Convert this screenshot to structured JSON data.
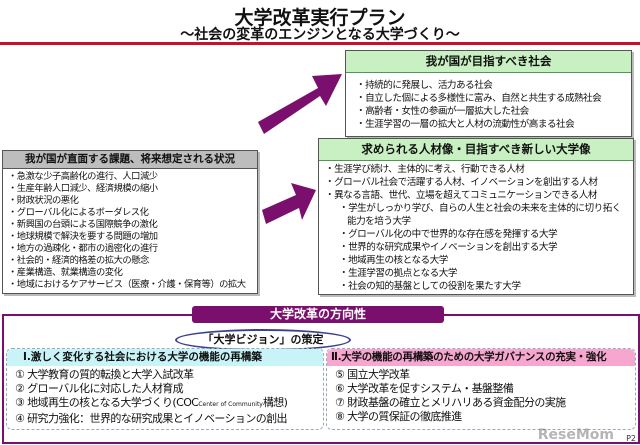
{
  "title": "大学改革実行プラン",
  "subtitle": "～社会の変革のエンジンとなる大学づくり～",
  "society_box": {
    "header": "我が国が目指すべき社会",
    "items": [
      "・持続的に発展し、活力ある社会",
      "・自立した個による多様性に富み、自然と共生する成熟社会",
      "・高齢者・女性の参画が一層拡大した社会",
      "・生涯学習の一層の拡大と人材の流動性が高まる社会"
    ]
  },
  "talent_box": {
    "header": "求められる人材像・目指すべき新しい大学像",
    "items": [
      "・生涯学び続け、主体的に考え、行動できる人材",
      "・グローバル社会で活躍する人材、イノベーションを創出する人材",
      "・異なる言語、世代、立場を超えてコミュニケーションできる人材"
    ],
    "sub_items": [
      "・学生がしっかり学び、自らの人生と社会の未来を主体的に切り拓く",
      "能力を培う大学",
      "・グローバル化の中で世界的な存在感を発揮する大学",
      "・世界的な研究成果やイノベーションを創出する大学",
      "・地域再生の核となる大学",
      "・生涯学習の拠点となる大学",
      "・社会の知的基盤としての役割を果たす大学"
    ]
  },
  "issues_box": {
    "header": "我が国が直面する課題、将来想定される状況",
    "items": [
      "・急激な少子高齢化の進行、人口減少",
      "・生産年齢人口減少、経済規模の縮小",
      "・財政状況の悪化",
      "・グローバル化によるボーダレス化",
      "・新興国の台頭による国際競争の激化",
      "・地球規模で解決を要する問題の増加",
      "・地方の過疎化・都市の過密化の進行",
      "・社会的・経済的格差の拡大の懸念",
      "・産業構造、就業構造の変化",
      "・地域におけるケアサービス（医療・介護・保育等）の拡大"
    ]
  },
  "direction": {
    "header": "大学改革の方向性",
    "vision": "「大学ビジョン」の策定",
    "left": {
      "header": "Ⅰ.激しく変化する社会における大学の機能の再構築",
      "items": [
        "① 大学教育の質的転換と大学入試改革",
        "② グローバル化に対応した人材育成",
        "③ 地域再生の核となる大学づくり(COC",
        "④ 研究力強化：世界的な研究成果とイノベーションの創出"
      ],
      "coc_note": "Center of Community",
      "coc_tail": "構想)"
    },
    "right": {
      "header": "Ⅱ.大学の機能の再構築のための大学ガバナンスの充実・強化",
      "items": [
        "⑤ 国立大学改革",
        "⑥ 大学改革を促すシステム・基盤整備",
        "⑦ 財政基盤の確立とメリハリある資金配分の実施",
        "⑧ 大学の質保証の徹底推進"
      ]
    }
  },
  "page_number": "P2",
  "watermark": "ReseMom",
  "colors": {
    "purple": "#7a0f6e",
    "green_header": "#c9f0c2",
    "cyan_header": "#c8f4f8",
    "pink_header": "#f7a6cf",
    "red_rule": "#c8102e"
  }
}
